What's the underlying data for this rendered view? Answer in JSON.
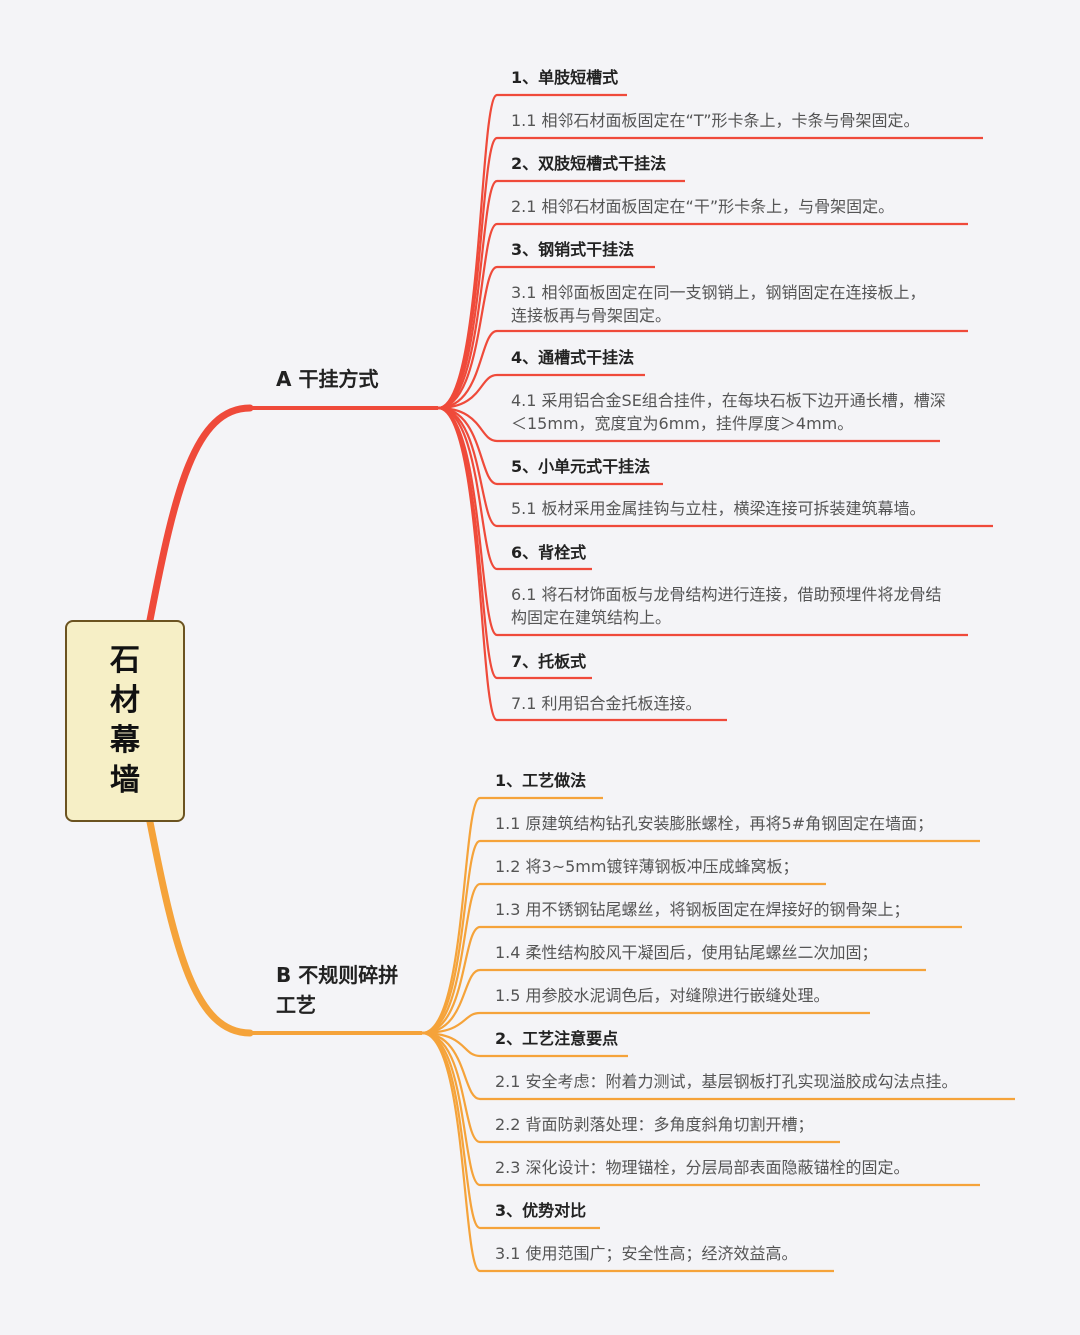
{
  "root": {
    "chars": [
      "石",
      "材",
      "幕",
      "墙"
    ]
  },
  "colors": {
    "branch_a": "#ef4a3a",
    "branch_b": "#f5a33a",
    "root_bg": "#f6efc6",
    "root_border": "#6b5320"
  },
  "branch_a": {
    "title": "A 干挂方式",
    "items": [
      "1、单肢短槽式",
      "1.1 相邻石材面板固定在“T”形卡条上，卡条与骨架固定。",
      "2、双肢短槽式干挂法",
      "2.1 相邻石材面板固定在“干”形卡条上，与骨架固定。",
      "3、钢销式干挂法",
      "3.1 相邻面板固定在同一支钢销上，钢销固定在连接板上，连接板再与骨架固定。",
      "4、通槽式干挂法",
      "4.1 采用铝合金SE组合挂件，在每块石板下边开通长槽，槽深＜15mm，宽度宜为6mm，挂件厚度＞4mm。",
      "5、小单元式干挂法",
      "5.1 板材采用金属挂钩与立柱，横梁连接可拆装建筑幕墙。",
      "6、背栓式",
      "6.1 将石材饰面板与龙骨结构进行连接，借助预埋件将龙骨结构固定在建筑结构上。",
      "7、托板式",
      "7.1 利用铝合金托板连接。"
    ]
  },
  "branch_b": {
    "title": "B 不规则碎拼工艺",
    "items": [
      "1、工艺做法",
      "1.1 原建筑结构钻孔安装膨胀螺栓，再将5#角钢固定在墙面；",
      "1.2 将3~5mm镀锌薄钢板冲压成蜂窝板；",
      "1.3 用不锈钢钻尾螺丝，将钢板固定在焊接好的钢骨架上；",
      "1.4 柔性结构胶风干凝固后，使用钻尾螺丝二次加固；",
      "1.5 用参胶水泥调色后，对缝隙进行嵌缝处理。",
      "2、工艺注意要点",
      "2.1 安全考虑：附着力测试，基层钢板打孔实现溢胶成勾法点挂。",
      "2.2 背面防剥落处理：多角度斜角切割开槽；",
      "2.3 深化设计：物理锚栓，分层局部表面隐蔽锚栓的固定。",
      "3、优势对比",
      "3.1 使用范围广；安全性高；经济效益高。"
    ]
  }
}
